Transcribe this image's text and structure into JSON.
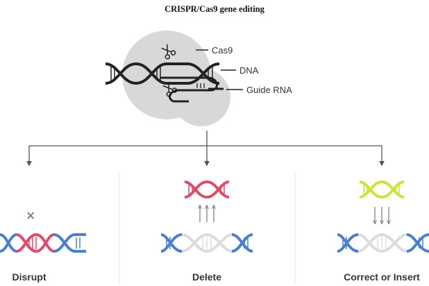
{
  "title": "CRISPR/Cas9 gene editing",
  "complex": {
    "labels": {
      "cas9": "Cas9",
      "dna": "DNA",
      "guide_rna": "Guide RNA"
    }
  },
  "outcomes": [
    {
      "label": "Disrupt",
      "donor": "none",
      "mark": "×"
    },
    {
      "label": "Delete",
      "donor": "red"
    },
    {
      "label": "Correct or Insert",
      "donor": "yellow-green"
    }
  ],
  "colors": {
    "dna_blue": "#4a7fd0",
    "edit_red": "#e24a6b",
    "gap_gray": "#dcdcdc",
    "donor_yellow": "#cfe23a",
    "line_gray": "#555555",
    "dark": "#222222",
    "cas9_gray": "#d8d8d8",
    "divider": "#e6e6e6"
  }
}
